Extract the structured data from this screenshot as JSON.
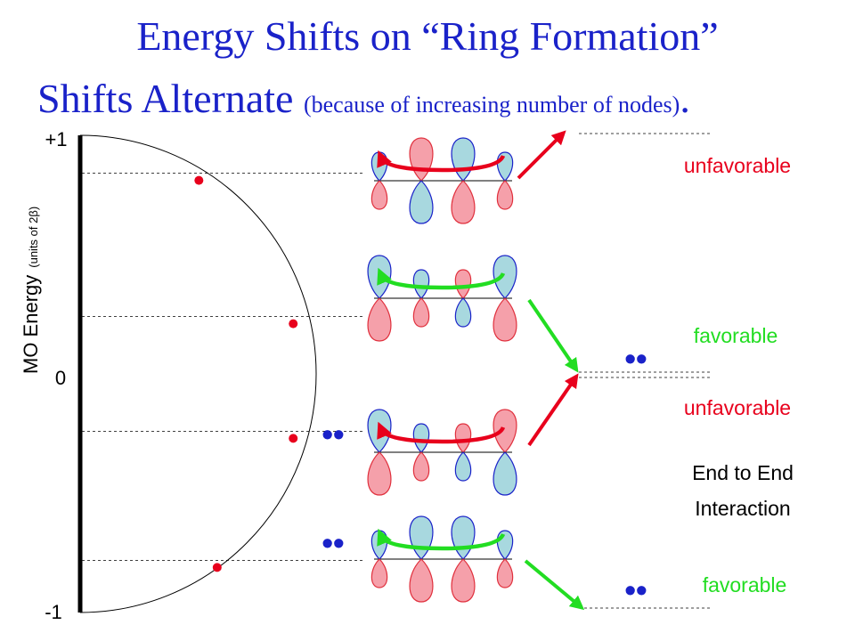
{
  "title": {
    "line1": "Energy Shifts on “Ring Formation”",
    "line2": "Shifts Alternate",
    "line2_note": "(because of increasing number of nodes)",
    "line2_end": "."
  },
  "axis": {
    "label": "MO Energy",
    "unit": "(units of 2β)",
    "tick_top": "+1",
    "tick_mid": "0",
    "tick_bottom": "-1"
  },
  "orbital_levels": [
    0.8,
    0.3,
    -0.3,
    -0.8
  ],
  "electron_pairs": [
    "••",
    "••"
  ],
  "ring_pairs": [
    "••",
    "••"
  ],
  "annotations": {
    "unfavorable_1": "unfavorable",
    "favorable_1": "favorable",
    "unfavorable_2": "unfavorable",
    "favorable_2": "favorable",
    "end_to_end_line1": "End to End",
    "end_to_end_line2": "Interaction"
  },
  "colors": {
    "title": "#1a22c9",
    "dot": "#e8001c",
    "pair": "#1a22c9",
    "unfavorable": "#e8001c",
    "favorable": "#22dd22",
    "lobe_red_fill": "#f5a0aa",
    "lobe_blue_fill": "#a8d8df",
    "lobe_red_stroke": "#e0303d",
    "lobe_blue_stroke": "#1a22c9"
  }
}
